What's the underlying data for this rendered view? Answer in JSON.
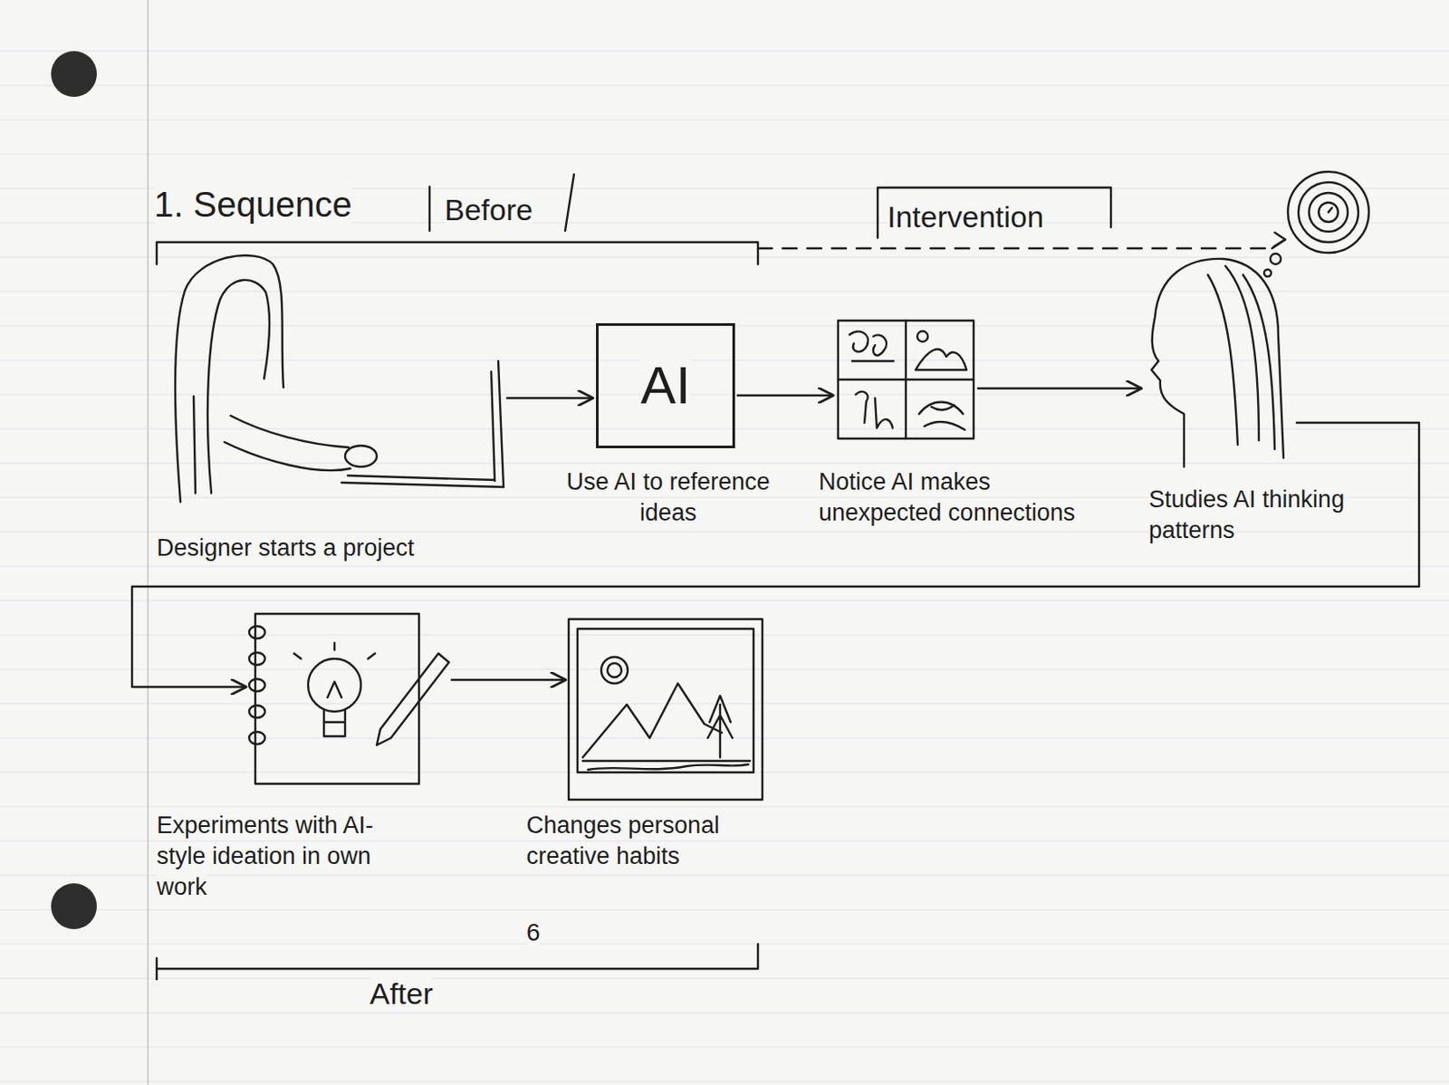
{
  "diagram": {
    "title": "1. Sequence",
    "nodes": [
      {
        "text": [
          "Designer starts a project"
        ]
      },
      {
        "text": [
          "AI",
          "Use AI to reference ideas"
        ]
      },
      {
        "text": [
          "Notice AI makes unexpected connections"
        ]
      },
      {
        "text": [
          "Studies AI thinking patterns"
        ]
      },
      {
        "text": [
          "Experiments with AI-style ideation in own work"
        ]
      },
      {
        "text": [
          "Changes personal creative habits"
        ]
      }
    ],
    "edges": [
      {
        "from": 0,
        "to": 1,
        "arrow": "to"
      },
      {
        "from": 1,
        "to": 2,
        "arrow": "to"
      },
      {
        "from": 2,
        "to": 3,
        "arrow": "to"
      },
      {
        "from": 3,
        "to": 4,
        "arrow": "to"
      },
      {
        "from": 4,
        "to": 5,
        "arrow": "to"
      }
    ],
    "labels": [
      "Before",
      "Intervention",
      "After",
      "6"
    ]
  }
}
